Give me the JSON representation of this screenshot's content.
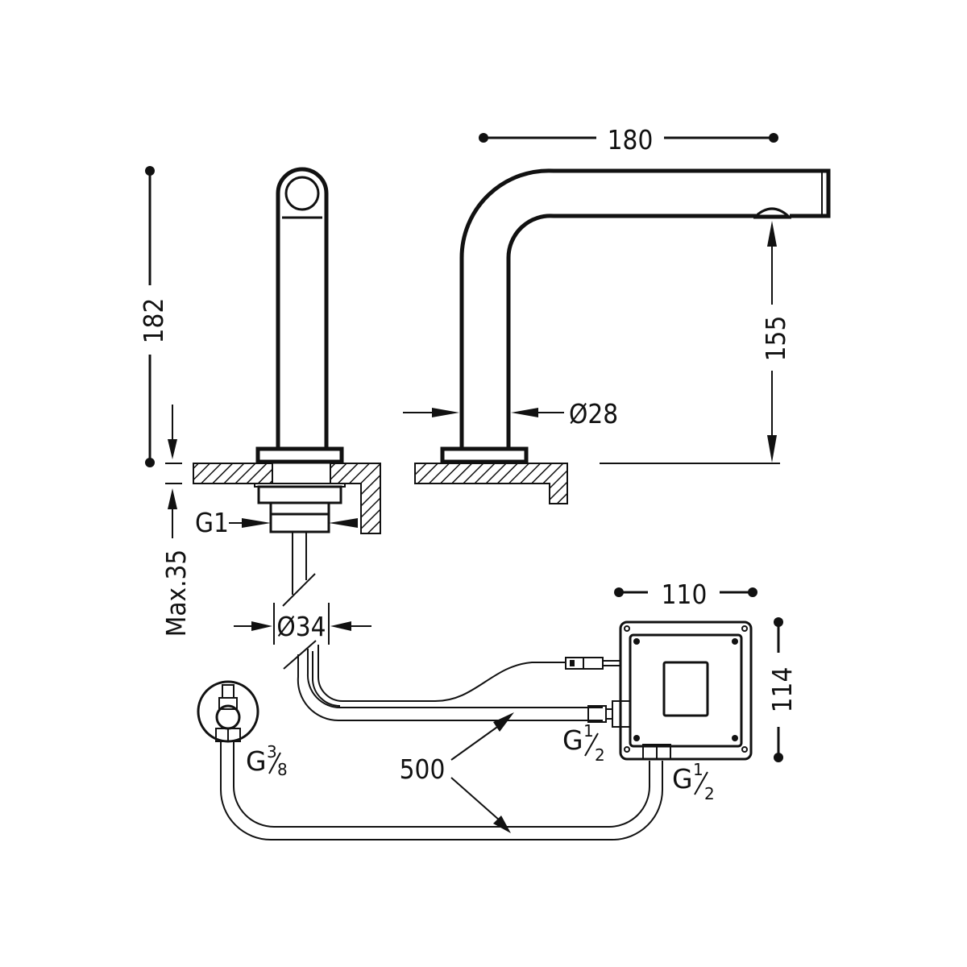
{
  "drawing": {
    "title": "Electronic basin tap – technical dimension drawing",
    "units": "mm",
    "colors": {
      "line": "#111111",
      "background": "#ffffff"
    }
  },
  "dimensions": {
    "total_height": "182",
    "spout_reach": "180",
    "spout_height": "155",
    "body_diameter": "Ø28",
    "max_deck_thickness": "Max.35",
    "mounting_thread": "G1",
    "hose_diameter": "Ø34",
    "hose_length": "500",
    "control_box_width": "110",
    "control_box_height": "114"
  },
  "connections": {
    "valve_thread": {
      "base": "G",
      "num": "3",
      "den": "8"
    },
    "box_outlet_thread": {
      "base": "G",
      "num": "1",
      "den": "2"
    },
    "box_inlet_thread": {
      "base": "G",
      "num": "1",
      "den": "2"
    }
  }
}
